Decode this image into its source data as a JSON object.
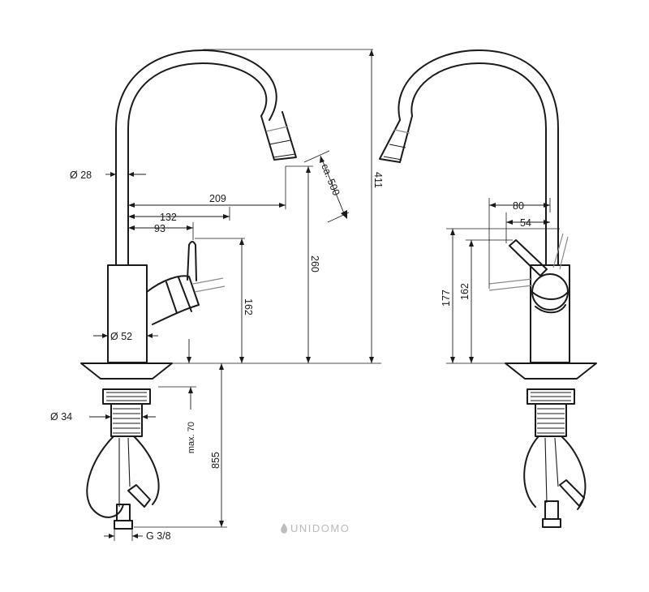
{
  "drawing": {
    "left_view": {
      "dimensions": {
        "spout_diameter": "Ø 28",
        "body_diameter": "Ø 52",
        "reach_spout": "209",
        "reach_lever": "132",
        "lever_offset": "93",
        "lever_height": "162",
        "spout_height": "260",
        "total_height": "411",
        "hose_pullout": "ca. 500",
        "thread_diameter": "Ø 34",
        "max_counter_thickness": "max. 70",
        "hose_length": "855",
        "connection_thread": "G 3/8"
      }
    },
    "right_view": {
      "dimensions": {
        "lever_reach_outer": "80",
        "lever_reach_inner": "54",
        "lever_swing_height": "177",
        "lever_height": "162"
      }
    },
    "watermark": "UNIDOMO"
  }
}
